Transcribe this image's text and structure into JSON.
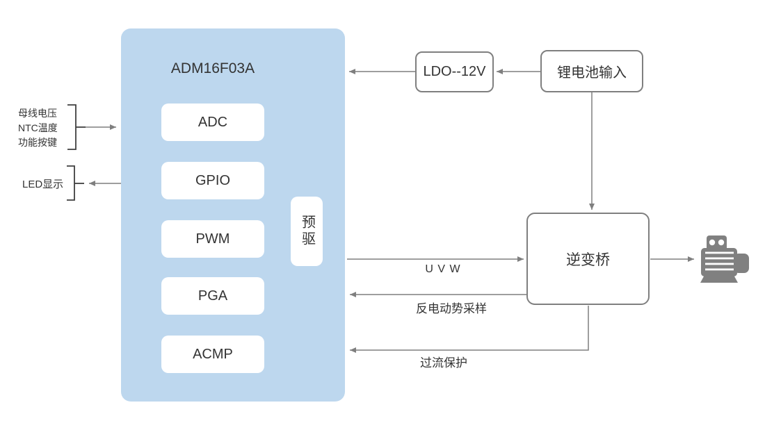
{
  "diagram": {
    "chip": {
      "title": "ADM16F03A",
      "blocks": [
        "ADC",
        "GPIO",
        "PWM",
        "PGA",
        "ACMP"
      ],
      "predriver_label": "预驱"
    },
    "power": {
      "ldo_label": "LDO--12V",
      "battery_label": "锂电池输入"
    },
    "inverter_label": "逆变桥",
    "left": {
      "input_group": [
        "母线电压",
        "NTC温度",
        "功能按键"
      ],
      "led_label": "LED显示"
    },
    "signals": {
      "uvw": "U V W",
      "back_emf": "反电动势采样",
      "overcurrent": "过流保护"
    },
    "icons": {
      "motor": "motor-icon"
    },
    "colors": {
      "chip_fill": "#BDD7EE",
      "inner_block_fill": "#FFFFFF",
      "box_border": "#7F7F7F",
      "line_gray": "#7F7F7F",
      "bracket": "#3F3F3F",
      "text": "#333333",
      "motor_gray": "#808080",
      "background": "#FFFFFF"
    }
  }
}
